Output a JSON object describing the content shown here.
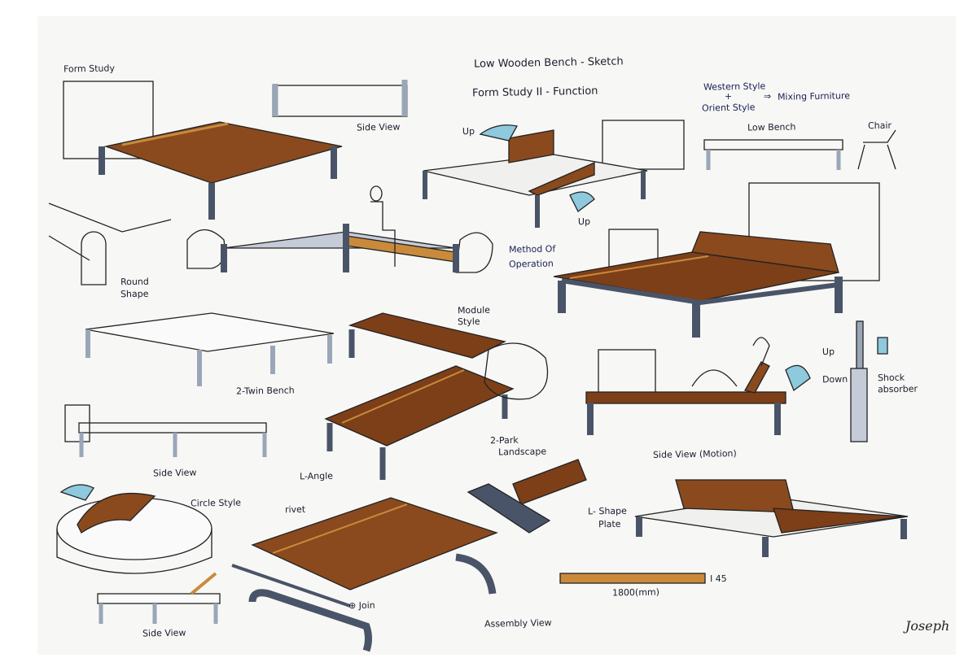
{
  "title": "Low Wooden Bench - Sketch",
  "subtitle": "Form Study II - Function",
  "form_study": "Form Study",
  "concept": {
    "line1": "Western Style",
    "plus": "+",
    "line2": "Orient Style",
    "arrow": "⇒",
    "result": "Mixing Furniture"
  },
  "labels": {
    "side_view_top": "Side View",
    "low_bench": "Low Bench",
    "chair": "Chair",
    "up1": "Up",
    "up2": "Up",
    "method": "Method Of",
    "operation": "Operation",
    "round": "Round",
    "shape": "Shape",
    "module": "Module",
    "style": "Style",
    "twin_bench": "2-Twin Bench",
    "up3": "Up",
    "down": "Down",
    "shock": "Shock",
    "absorber": "absorber",
    "park": "2-Park",
    "landscape": "Landscape",
    "side_view_motion": "Side View (Motion)",
    "side_view_mid": "Side View",
    "l_angle": "L-Angle",
    "circle_style": "Circle Style",
    "rivet": "rivet",
    "l_shape": "L- Shape",
    "plate": "Plate",
    "length": "1800(mm)",
    "thickness": "I 45",
    "join": "⊕ Join",
    "assembly": "Assembly View",
    "side_view_bottom": "Side View"
  },
  "signature": "Joseph",
  "colors": {
    "wood": "#8a4a1e",
    "wood_light": "#c98a3c",
    "metal": "#4a5468",
    "metal_light": "#9aa6b8",
    "ink": "#1c1c2e",
    "accent_blue": "#8ec9dd"
  }
}
